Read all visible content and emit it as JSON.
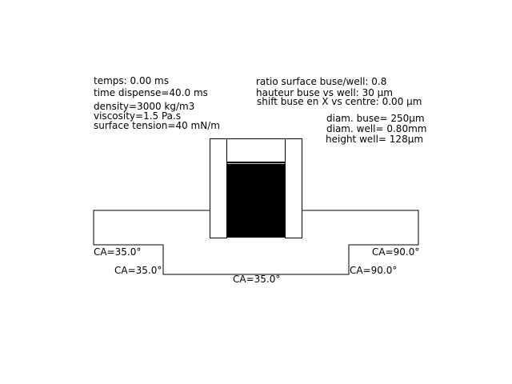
{
  "params_left": {
    "time": "temps: 0.00 ms",
    "time_dispense": "time dispense=40.0 ms",
    "density": "density=3000 kg/m3",
    "viscosity": "viscosity=1.5 Pa.s",
    "surface_tension": "surface tension=40 mN/m"
  },
  "params_right": {
    "ratio": "ratio surface buse/well: 0.8",
    "height_nozzle": "hauteur buse vs well: 30 µm",
    "shift": "shift buse en X vs centre: 0.00 µm"
  },
  "dims": {
    "diam_nozzle": "diam. buse= 250µm",
    "diam_well": "diam. well= 0.80mm",
    "height_well": "height well= 128µm"
  },
  "contact_angles": {
    "left_top": "CA=35.0°",
    "left_step": "CA=35.0°",
    "bottom": "CA=35.0°",
    "right_top": "CA=90.0°",
    "right_step": "CA=90.0°"
  },
  "colors": {
    "fluid": "#000000",
    "line": "#000000",
    "background": "#ffffff"
  }
}
